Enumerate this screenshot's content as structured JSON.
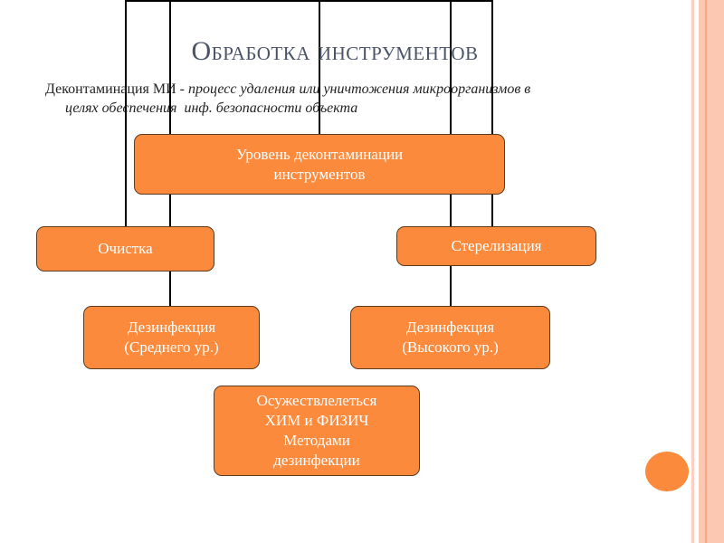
{
  "slide": {
    "title": "Обработка инструментов",
    "definition": {
      "term": "Деконтаминация МИ",
      "separator": " - ",
      "text_line1": "процесс удаления или уничтожения микроорганизмов в",
      "text_line2": "целях обеспечения  инф. безопасности объекта"
    }
  },
  "diagram": {
    "root": {
      "line1": "Уровень деконтаминации",
      "line2": "инструментов"
    },
    "cleaning": "Очистка",
    "sterilization": "Стерелизация",
    "disinfection_medium": {
      "line1": "Дезинфекция",
      "line2": "(Среднего ур.)"
    },
    "disinfection_high": {
      "line1": "Дезинфекция",
      "line2": "(Высокого ур.)"
    },
    "methods": {
      "line1": "Осужествлелеться",
      "line2": "ХИМ и ФИЗИЧ",
      "line3": "Методами",
      "line4": "дезинфекции"
    }
  },
  "colors": {
    "accent": "#fb8a3c",
    "border_stripe": "#fbc8b4",
    "title": "#4a5468"
  }
}
